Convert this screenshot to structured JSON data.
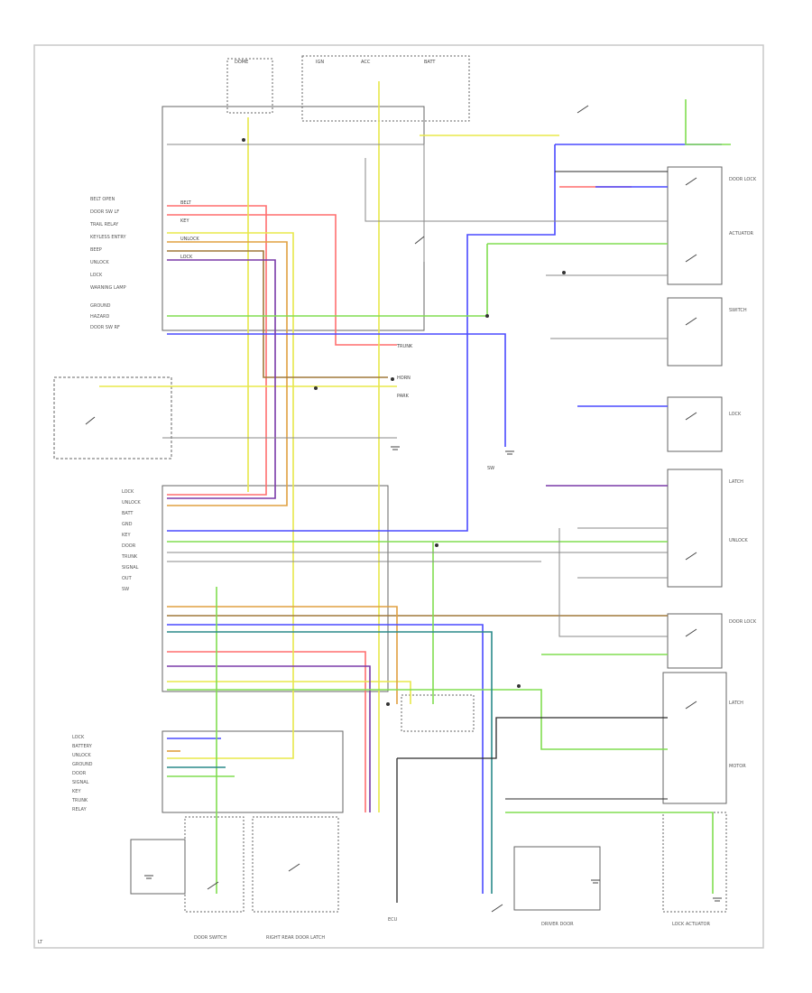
{
  "diagram": {
    "left_labels": [
      "BELT OPEN",
      "DOOR SW LF",
      "TRAIL RELAY",
      "KEYLESS ENTRY",
      "BEEP",
      "UNLOCK",
      "LOCK",
      "WARNING LAMP",
      "GROUND",
      "HAZARD",
      "DOOR SW RF"
    ],
    "mid_labels": [
      "BELT",
      "KEY",
      "UNLOCK",
      "LOCK",
      "TRUNK",
      "HORN",
      "PARK",
      "IGN",
      "ACC",
      "BATT",
      "DOME",
      "SW"
    ],
    "lower_labels": [
      "LOCK",
      "UNLOCK",
      "BATT",
      "GND",
      "KEY",
      "DOOR",
      "TRUNK",
      "SIGNAL",
      "OUT",
      "SW"
    ],
    "bottom_labels": [
      "LOCK",
      "BATTERY",
      "UNLOCK",
      "GROUND",
      "DOOR",
      "SIGNAL",
      "KEY",
      "TRUNK",
      "RELAY"
    ],
    "bottom_component_labels": [
      "DOOR SWITCH",
      "RIGHT REAR DOOR LATCH",
      "ECU",
      "DRIVER DOOR",
      "LOCK ACTUATOR"
    ],
    "right_component_labels": [
      "DOOR LOCK",
      "ACTUATOR",
      "SWITCH",
      "LOCK",
      "LATCH",
      "UNLOCK",
      "DOOR LOCK",
      "LATCH",
      "MOTOR"
    ],
    "corner_label": "LT",
    "colors": {
      "red": "#ff6f6f",
      "yellow": "#e8e84a",
      "orange": "#e0a040",
      "brown": "#a0783a",
      "blue": "#4a4aff",
      "violet": "#7a3aa8",
      "green": "#80dd50",
      "teal": "#2a8a8a",
      "gray": "#888888",
      "dark": "#2b2b2b"
    }
  }
}
